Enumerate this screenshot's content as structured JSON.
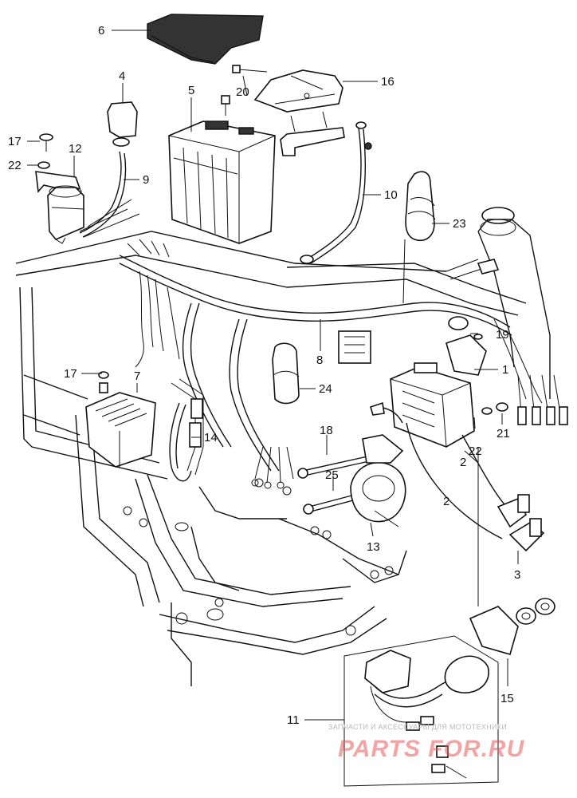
{
  "callouts": {
    "c1": "1",
    "c2a": "2",
    "c2b": "2",
    "c3": "3",
    "c4": "4",
    "c5": "5",
    "c6": "6",
    "c7": "7",
    "c8": "8",
    "c9": "9",
    "c10": "10",
    "c11": "11",
    "c12": "12",
    "c13": "13",
    "c14": "14",
    "c15": "15",
    "c16": "16",
    "c17a": "17",
    "c17b": "17",
    "c18": "18",
    "c19": "19",
    "c20": "20",
    "c21": "21",
    "c22a": "22",
    "c22b": "22",
    "c23": "23",
    "c24": "24",
    "c25": "25"
  },
  "watermark": {
    "top": "ЗАПЧАСТИ И АКСЕССУАРЫ ДЛЯ МОТОТЕХНИКИ",
    "logo": "PARTS FOR.RU"
  }
}
